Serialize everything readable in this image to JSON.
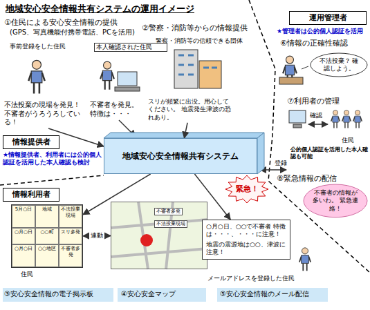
{
  "diagram": {
    "title": "地域安心安全情報共有システムの運用イメージ",
    "nodes": [
      {
        "text": [
          "運用管理者"
        ]
      },
      {
        "text": [
          "スリが頻繁に出没。用心してください。 地震発生津波の恐れあり。"
        ]
      },
      {
        "text": [
          "不法投棄？ 確認しよう。"
        ]
      },
      {
        "text": [
          "情報提供者"
        ]
      },
      {
        "text": [
          "地域安心安全情報共有システム"
        ]
      },
      {
        "text": [
          "緊急！"
        ]
      },
      {
        "text": [
          "不審者の情報が多いわ。 緊急連絡！"
        ]
      },
      {
        "text": [
          "情報利用者"
        ]
      },
      {
        "text": [
          "5月○日",
          "地域",
          "不法投棄現場",
          "○月○日",
          "○○町",
          "スリ多発",
          "○月○日",
          "○○地区",
          "不審者多発"
        ]
      },
      {
        "text": [
          "不審者多発",
          "不法投棄現場"
        ]
      },
      {
        "text": [
          "○月○日、○○で不審者 特徴は・・・、・・・に注意！",
          "地震の震源地は○○、津波に注意！"
        ]
      }
    ],
    "edges": [
      {
        "from": 1,
        "to": 4,
        "arrow": "to"
      },
      {
        "from": 4,
        "to": 8,
        "arrow": "to"
      },
      {
        "from": 4,
        "to": 10,
        "arrow": "to"
      },
      {
        "from": 8,
        "to": 9,
        "label": "連動",
        "arrow": "both"
      }
    ],
    "labels": [
      "①住民による安心安全情報の提供",
      "(GPS、写真機能付携帯電話、PCを活用)",
      "②警察・消防等からの情報提供",
      "★管理者は公的個人認証を活用",
      "⑥情報の正確性確認",
      "事前登録をした住民",
      "本人確認された住民",
      "不法投棄の現場を発見！ 不審者がうろうろしている！",
      "不審者を発見。 特徴は・・・",
      "警察・消防等の信頼できる団体",
      "⑦利用者の管理",
      "登録",
      "確認",
      "公的個人認証を活用した本人確認も可能",
      "住民",
      "⑧緊急情報の配信",
      "★情報提供者、利用者には公的個人認証を活用した本人確認も検討",
      "住民",
      "③安心安全情報の電子掲示板",
      "④安心安全マップ",
      "メールアドレスを登録した住民",
      "⑤安心安全情報のメール配信"
    ]
  }
}
